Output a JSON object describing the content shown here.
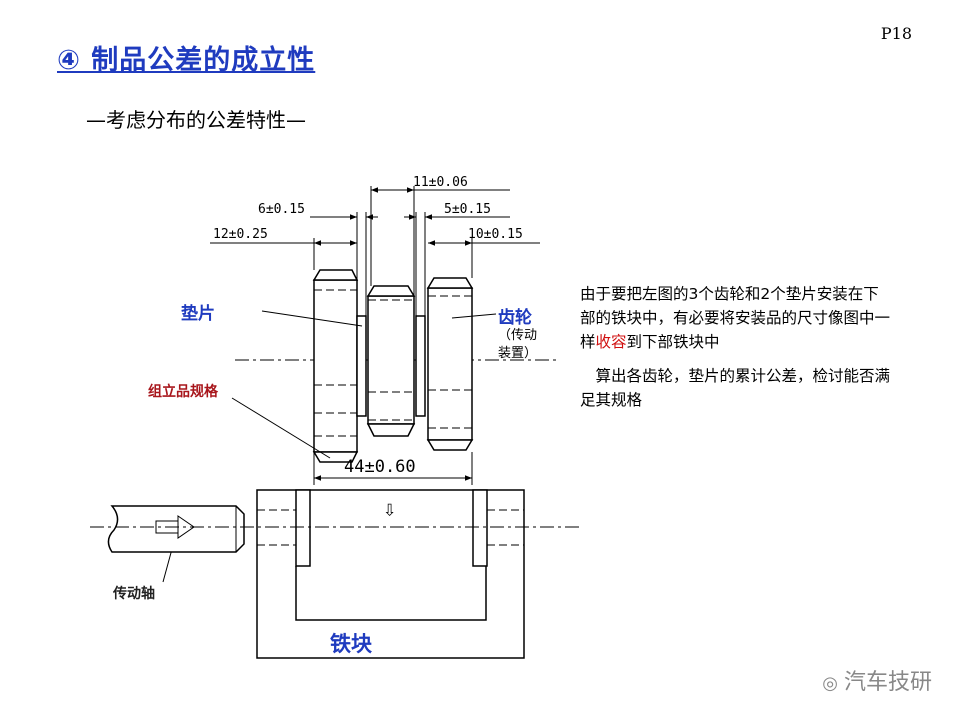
{
  "page_number": "P18",
  "title": "④ 制品公差的成立性",
  "subtitle": "—考虑分布的公差特性—",
  "diagram": {
    "dimensions": {
      "d11": "11±0.06",
      "d6": "6±0.15",
      "d5": "5±0.15",
      "d12": "12±0.25",
      "d10": "10±0.15",
      "d44": "44±0.60"
    },
    "labels": {
      "washer": "垫片",
      "gear": "齿轮",
      "gear_note_1": "（传动",
      "gear_note_2": "装置）",
      "assembly_spec": "组立品规格",
      "drive_shaft": "传动轴",
      "iron_block": "铁块"
    },
    "arrow_symbol": "⇩"
  },
  "description": {
    "p1_a": "由于要把左图的3个齿轮和2个垫片安装在下部的铁块中，有必要将安装品的尺寸像图中一样",
    "p1_red": "收容",
    "p1_b": "到下部铁块中",
    "p2": "算出各齿轮，垫片的累计公差，检讨能否满足其规格"
  },
  "watermark": "汽车技研",
  "colors": {
    "title_blue": "#1f3bbf",
    "label_red": "#a8161c",
    "highlight_red": "#d01010"
  }
}
